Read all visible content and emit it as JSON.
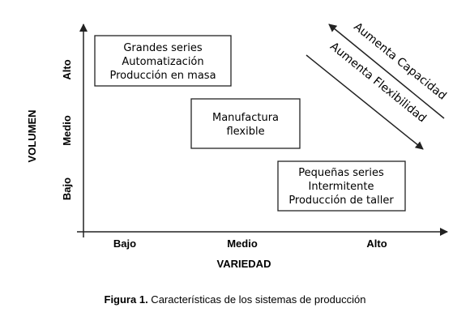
{
  "axes": {
    "x_title": "VARIEDAD",
    "y_title": "VOLUMEN",
    "x_levels": [
      "Bajo",
      "Medio",
      "Alto"
    ],
    "y_levels": [
      "Alto",
      "Medio",
      "Bajo"
    ]
  },
  "boxes": {
    "top_left": [
      "Grandes series",
      "Automatización",
      "Producción en masa"
    ],
    "middle": [
      "Manufactura",
      "flexible"
    ],
    "bottom_right": [
      "Pequeñas series",
      "Intermitente",
      "Producción de taller"
    ]
  },
  "arrows": {
    "capacity_label": "Aumenta Capacidad",
    "flexibility_label": "Aumenta Flexibilidad"
  },
  "caption": {
    "label": "Figura 1.",
    "text": " Características de los sistemas de producción"
  }
}
